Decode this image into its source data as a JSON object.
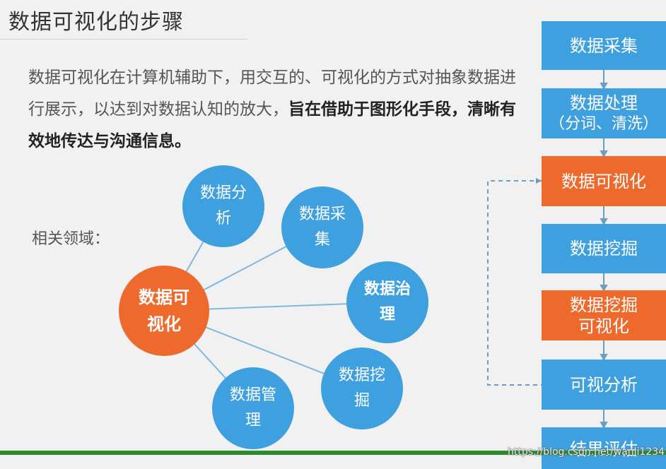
{
  "title": "数据可视化的步骤",
  "description": {
    "normal": "数据可视化在计算机辅助下，用交互的、可视化的方式对抽象数据进行展示，以达到对数据认知的放大，",
    "bold": "旨在借助于图形化手段，清晰有效地传达与沟通信息。"
  },
  "related_label": "相关领域：",
  "center_circle": {
    "line1": "数据可",
    "line2": "视化"
  },
  "satellites": [
    {
      "line1": "数据分",
      "line2": "析"
    },
    {
      "line1": "数据采",
      "line2": "集"
    },
    {
      "line1": "数据治",
      "line2": "理"
    },
    {
      "line1": "数据挖",
      "line2": "掘"
    },
    {
      "line1": "数据管",
      "line2": "理"
    }
  ],
  "flow": [
    {
      "line1": "数据采集",
      "line2": "",
      "style": "blue"
    },
    {
      "line1": "数据处理",
      "line2": "（分词、清洗）",
      "style": "blue"
    },
    {
      "line1": "数据可视化",
      "line2": "",
      "style": "orange"
    },
    {
      "line1": "数据挖掘",
      "line2": "",
      "style": "blue"
    },
    {
      "line1": "数据挖掘",
      "line2": "可视化",
      "style": "orange"
    },
    {
      "line1": "可视分析",
      "line2": "",
      "style": "blue"
    },
    {
      "line1": "结果评估",
      "line2": "",
      "style": "blue"
    }
  ],
  "watermark": "https://blog.csdn.net/wanli1234",
  "colors": {
    "blue": "#3fa0df",
    "orange": "#ee6a2c",
    "green_bar": "#2c8a2c"
  }
}
